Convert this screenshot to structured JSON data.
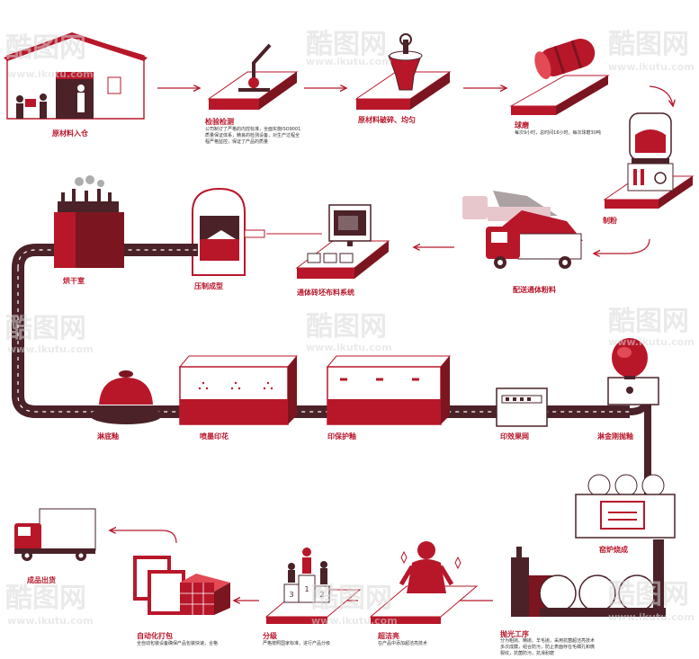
{
  "watermark": {
    "brand": "酷图网",
    "url": "www.ikutu.com"
  },
  "colors": {
    "red": "#b8172a",
    "dark": "#4a2228",
    "light": "#f7e7e7"
  },
  "steps": {
    "raw_in": {
      "label": "原材料入仓"
    },
    "inspect": {
      "label": "检验检测",
      "desc": [
        "公司制订了严格的内控标准，全面实施ISO9001",
        "质量保证体系，精良的检测设备，对生产过程全",
        "程严格监控，保证了产品的质量"
      ]
    },
    "crush": {
      "label": "原材料破碎、均匀"
    },
    "ballmill": {
      "label": "球磨",
      "desc": [
        "每次9小时，总时间16小时，每次球磨30吨"
      ]
    },
    "powder": {
      "label": "制粉"
    },
    "deliver": {
      "label": "配送通体粉料"
    },
    "distribute": {
      "label": "通体砖坯布料系统"
    },
    "press": {
      "label": "压制成型"
    },
    "dry": {
      "label": "烘干室"
    },
    "base_glaze": {
      "label": "淋底釉"
    },
    "inkjet": {
      "label": "喷墨印花"
    },
    "protect_glaze": {
      "label": "印保护釉"
    },
    "effect_screen": {
      "label": "印效果网"
    },
    "diamond_glaze": {
      "label": "淋金刚抛釉"
    },
    "kiln": {
      "label": "窑炉烧成"
    },
    "polish": {
      "label": "抛光工序",
      "desc": [
        "分为粗抛、精抛、羊毛抛，采用抗菌超洁亮技术",
        "多次成膜，组合防污，防止表面存在毛细孔和微",
        "裂纹，抗菌防污，抗滑耐磨"
      ]
    },
    "superclean": {
      "label": "超洁亮",
      "desc": [
        "在产品中添加超洁亮技术"
      ]
    },
    "grade": {
      "label": "分级",
      "desc": [
        "严格按照国家标准，进行产品分级"
      ]
    },
    "pack": {
      "label": "自动化打包",
      "desc": [
        "全自动包装设备确保产品包装快速，合格"
      ]
    },
    "ship": {
      "label": "成品出货"
    }
  },
  "podium": {
    "first": "1",
    "second": "2",
    "third": "3"
  }
}
